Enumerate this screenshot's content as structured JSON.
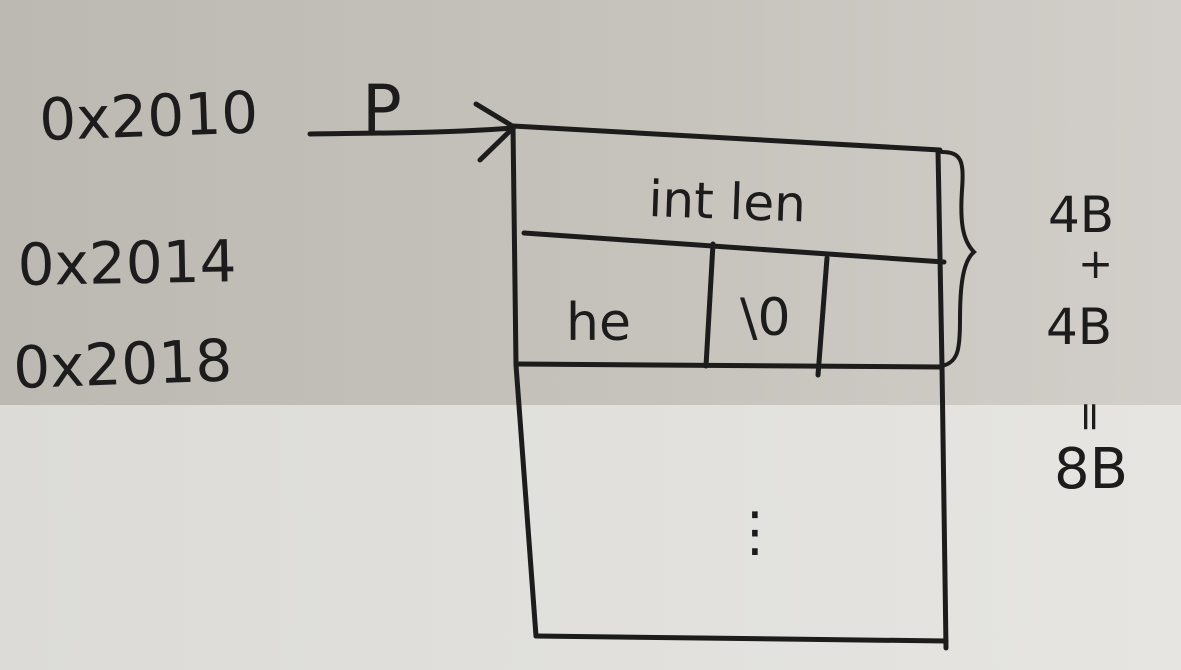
{
  "diagram": {
    "pointer_label": "P",
    "addresses": [
      {
        "text": "0x2010"
      },
      {
        "text": "0x2014"
      },
      {
        "text": "0x2018"
      }
    ],
    "struct": {
      "field_len": "int len",
      "cells": [
        "he",
        "\\0"
      ]
    },
    "sizes": {
      "first": "4B",
      "plus": "+",
      "second": "4B",
      "equals": "=",
      "total": "8B"
    },
    "continuation": "⋮"
  },
  "colors": {
    "ink": "#1c1c1c",
    "paper_top": "#c2beb8",
    "paper_bottom": "#e2e1dd"
  }
}
